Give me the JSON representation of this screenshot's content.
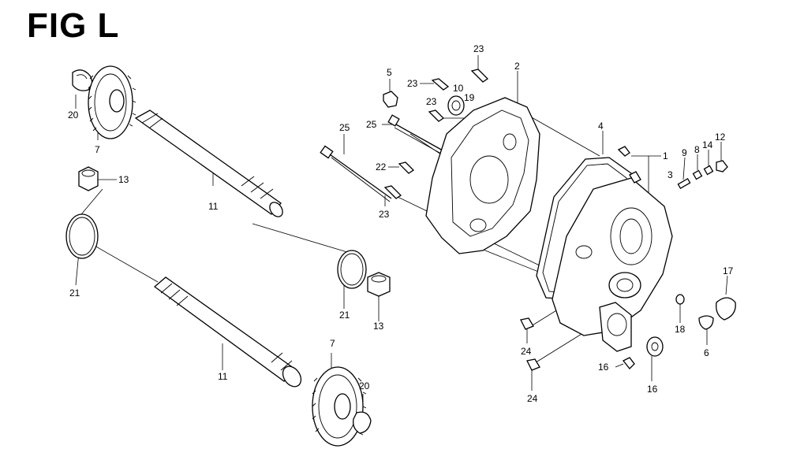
{
  "figure": {
    "title": "FIG L"
  },
  "callouts": [
    {
      "id": "c-20-top",
      "text": "20"
    },
    {
      "id": "c-7-top",
      "text": "7"
    },
    {
      "id": "c-13-top",
      "text": "13"
    },
    {
      "id": "c-11-top",
      "text": "11"
    },
    {
      "id": "c-21-left",
      "text": "21"
    },
    {
      "id": "c-21-mid",
      "text": "21"
    },
    {
      "id": "c-13-mid",
      "text": "13"
    },
    {
      "id": "c-11-bottom",
      "text": "11"
    },
    {
      "id": "c-7-bottom",
      "text": "7"
    },
    {
      "id": "c-20-bottom",
      "text": "20"
    },
    {
      "id": "c-5",
      "text": "5"
    },
    {
      "id": "c-23-a",
      "text": "23"
    },
    {
      "id": "c-23-b",
      "text": "23"
    },
    {
      "id": "c-23-c",
      "text": "23"
    },
    {
      "id": "c-23-d",
      "text": "23"
    },
    {
      "id": "c-2",
      "text": "2"
    },
    {
      "id": "c-10",
      "text": "10"
    },
    {
      "id": "c-19",
      "text": "19"
    },
    {
      "id": "c-25-a",
      "text": "25"
    },
    {
      "id": "c-25-b",
      "text": "25"
    },
    {
      "id": "c-22",
      "text": "22"
    },
    {
      "id": "c-4",
      "text": "4"
    },
    {
      "id": "c-1",
      "text": "1"
    },
    {
      "id": "c-3",
      "text": "3"
    },
    {
      "id": "c-9",
      "text": "9"
    },
    {
      "id": "c-8",
      "text": "8"
    },
    {
      "id": "c-14",
      "text": "14"
    },
    {
      "id": "c-12",
      "text": "12"
    },
    {
      "id": "c-17",
      "text": "17"
    },
    {
      "id": "c-18",
      "text": "18"
    },
    {
      "id": "c-6",
      "text": "6"
    },
    {
      "id": "c-24-a",
      "text": "24"
    },
    {
      "id": "c-24-b",
      "text": "24"
    },
    {
      "id": "c-16-a",
      "text": "16"
    },
    {
      "id": "c-16-b",
      "text": "16"
    }
  ]
}
